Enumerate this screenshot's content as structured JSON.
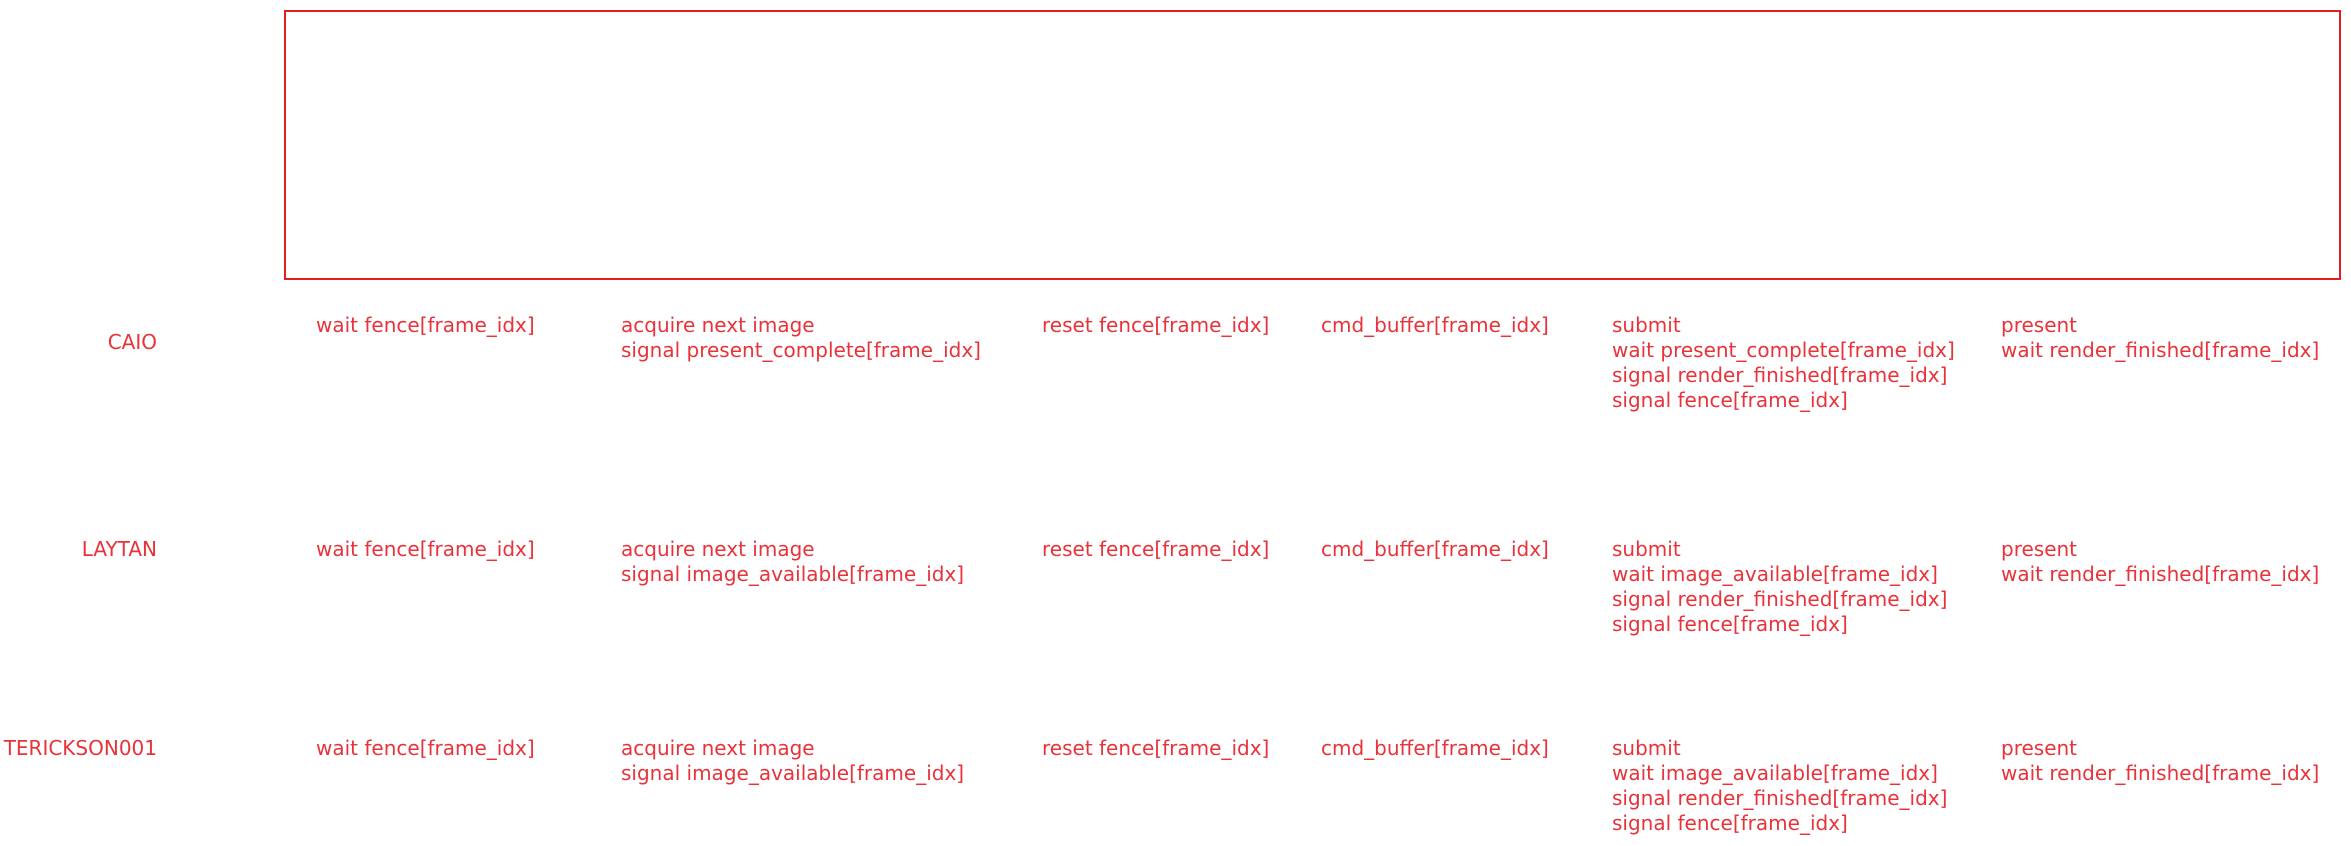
{
  "rows": [
    {
      "label": "CAIO",
      "steps": [
        [
          "wait fence[frame_idx]"
        ],
        [
          "acquire next image",
          "signal present_complete[frame_idx]"
        ],
        [
          "reset fence[frame_idx]"
        ],
        [
          "cmd_buffer[frame_idx]"
        ],
        [
          "submit",
          "wait present_complete[frame_idx]",
          "signal render_finished[frame_idx]",
          "signal fence[frame_idx]"
        ],
        [
          "present",
          "wait render_finished[frame_idx]"
        ]
      ]
    },
    {
      "label": "LAYTAN",
      "steps": [
        [
          "wait fence[frame_idx]"
        ],
        [
          "acquire next image",
          "signal image_available[frame_idx]"
        ],
        [
          "reset fence[frame_idx]"
        ],
        [
          "cmd_buffer[frame_idx]"
        ],
        [
          "submit",
          "wait image_available[frame_idx]",
          "signal render_finished[frame_idx]",
          "signal fence[frame_idx]"
        ],
        [
          "present",
          "wait render_finished[frame_idx]"
        ]
      ]
    },
    {
      "label": "TERICKSON001",
      "steps": [
        [
          "wait fence[frame_idx]"
        ],
        [
          "acquire next image",
          "signal image_available[frame_idx]"
        ],
        [
          "reset fence[frame_idx]"
        ],
        [
          "cmd_buffer[frame_idx]"
        ],
        [
          "submit",
          "wait image_available[frame_idx]",
          "signal render_finished[frame_idx]",
          "signal fence[frame_idx]"
        ],
        [
          "present",
          "wait render_finished[frame_idx]"
        ]
      ]
    }
  ]
}
